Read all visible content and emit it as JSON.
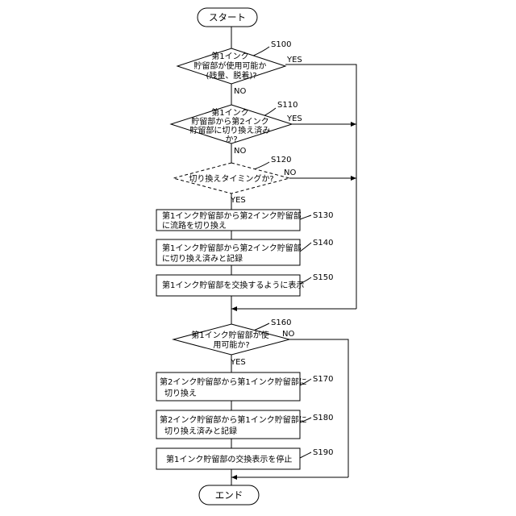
{
  "flow": {
    "start": "スタート",
    "end": "エンド",
    "s100": {
      "step": "S100",
      "lines": [
        "第1インク",
        "貯留部が使用可能か",
        "(残量、脱着)?"
      ],
      "yes": "YES",
      "no": "NO"
    },
    "s110": {
      "step": "S110",
      "lines": [
        "第1インク",
        "貯留部から第2インク",
        "貯留部に切り換え済み",
        "か?"
      ],
      "yes": "YES",
      "no": "NO"
    },
    "s120": {
      "step": "S120",
      "lines": [
        "切り換えタイミングか?"
      ],
      "no": "NO",
      "yes": "YES"
    },
    "s130": {
      "step": "S130",
      "lines": [
        "第1インク貯留部から第2インク貯留部",
        "に流路を切り換え"
      ]
    },
    "s140": {
      "step": "S140",
      "lines": [
        "第1インク貯留部から第2インク貯留部",
        "に切り換え済みと記録"
      ]
    },
    "s150": {
      "step": "S150",
      "lines": [
        "第1インク貯留部を交換するように表示"
      ]
    },
    "s160": {
      "step": "S160",
      "lines": [
        "第1インク貯留部が使",
        "用可能か?"
      ],
      "no": "NO",
      "yes": "YES"
    },
    "s170": {
      "step": "S170",
      "lines": [
        "第2インク貯留部から第1インク貯留部に",
        "切り換え"
      ]
    },
    "s180": {
      "step": "S180",
      "lines": [
        "第2インク貯留部から第1インク貯留部に",
        "切り換え済みと記録"
      ]
    },
    "s190": {
      "step": "S190",
      "lines": [
        "第1インク貯留部の交換表示を停止"
      ]
    }
  }
}
